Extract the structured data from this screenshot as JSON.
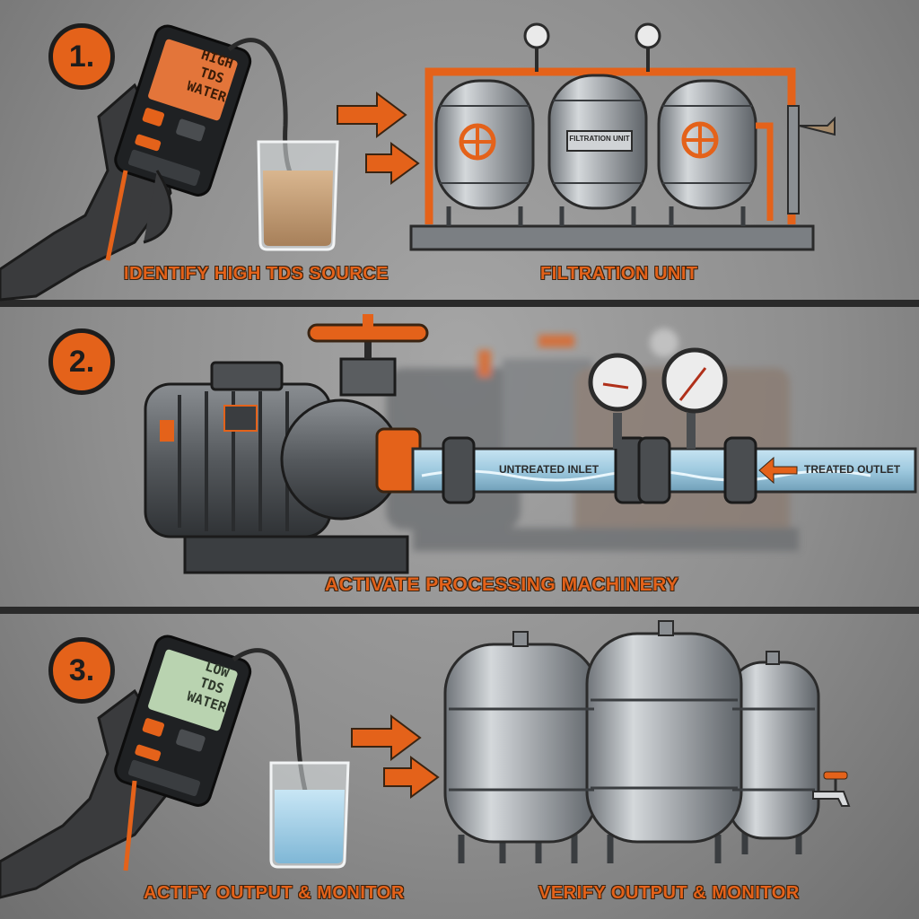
{
  "steps": [
    {
      "number": "1.",
      "meter_screen": "HIGH\nTDS\nWATER",
      "label_left": "IDENTIFY HIGH TDS SOURCE",
      "label_right": "FILTRATION UNIT",
      "tank_placard": "FILTRATION UNIT"
    },
    {
      "number": "2.",
      "inlet_label": "UNTREATED INLET",
      "outlet_label": "TREATED OUTLET",
      "label": "ACTIVATE PROCESSING MACHINERY"
    },
    {
      "number": "3.",
      "meter_screen": "LOW\nTDS\nWATER",
      "label_left": "ACTIFY OUTPUT & MONITOR",
      "label_right": "VERIFY OUTPUT & MONITOR"
    }
  ],
  "colors": {
    "accent": "#e4621a",
    "steel": "#a9adb1",
    "dark": "#2b2b2b",
    "dirty_water": "#c8a27a",
    "clean_water": "#a8d4ea"
  }
}
